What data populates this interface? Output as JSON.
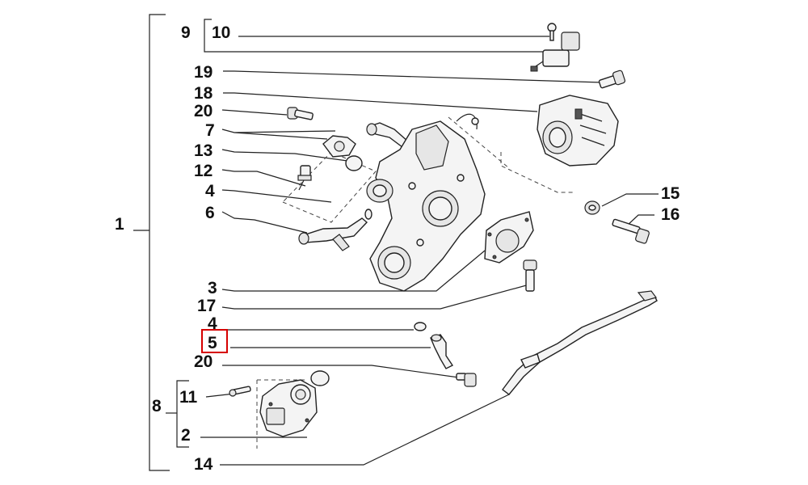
{
  "diagram": {
    "callouts": [
      {
        "id": "c1",
        "text": "1"
      },
      {
        "id": "c9",
        "text": "9"
      },
      {
        "id": "c10",
        "text": "10"
      },
      {
        "id": "c19",
        "text": "19"
      },
      {
        "id": "c18",
        "text": "18"
      },
      {
        "id": "c20a",
        "text": "20"
      },
      {
        "id": "c7",
        "text": "7"
      },
      {
        "id": "c13",
        "text": "13"
      },
      {
        "id": "c12",
        "text": "12"
      },
      {
        "id": "c4a",
        "text": "4"
      },
      {
        "id": "c6",
        "text": "6"
      },
      {
        "id": "c15",
        "text": "15"
      },
      {
        "id": "c16",
        "text": "16"
      },
      {
        "id": "c3",
        "text": "3"
      },
      {
        "id": "c17",
        "text": "17"
      },
      {
        "id": "c4b",
        "text": "4"
      },
      {
        "id": "c5",
        "text": "5"
      },
      {
        "id": "c20b",
        "text": "20"
      },
      {
        "id": "c11",
        "text": "11"
      },
      {
        "id": "c8",
        "text": "8"
      },
      {
        "id": "c2",
        "text": "2"
      },
      {
        "id": "c14",
        "text": "14"
      }
    ],
    "highlighted_callout": "5",
    "highlight_color": "#d60000"
  }
}
